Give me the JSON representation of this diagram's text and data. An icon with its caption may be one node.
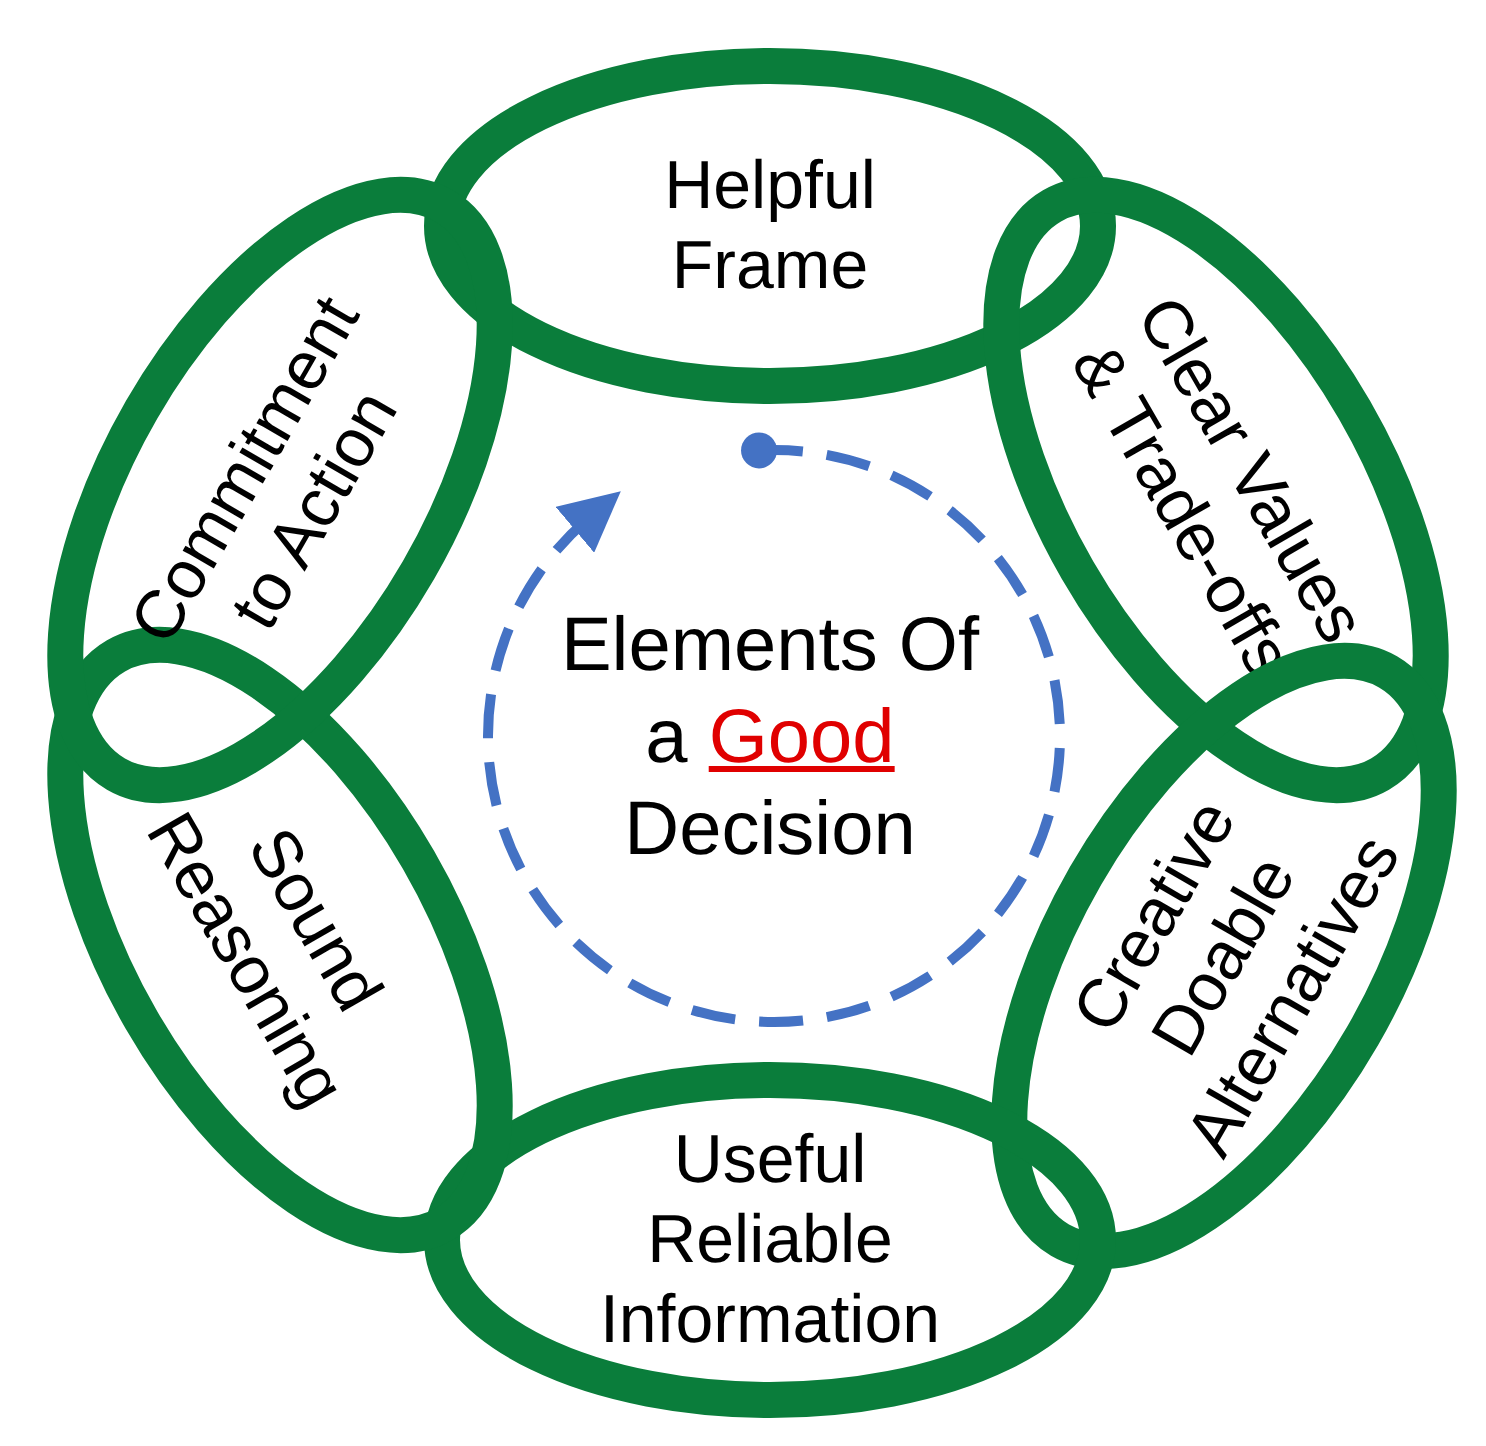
{
  "diagram": {
    "nodes": [
      {
        "text": [
          "Helpful Frame"
        ]
      },
      {
        "text": [
          "Clear Values & Trade-offs"
        ]
      },
      {
        "text": [
          "Creative Doable Alternatives"
        ]
      },
      {
        "text": [
          "Useful Reliable Information"
        ]
      },
      {
        "text": [
          "Sound Reasoning"
        ]
      },
      {
        "text": [
          "Commitment to Action"
        ]
      }
    ],
    "edges": [],
    "labels": [
      "Elements Of a *Good* Decision"
    ]
  }
}
